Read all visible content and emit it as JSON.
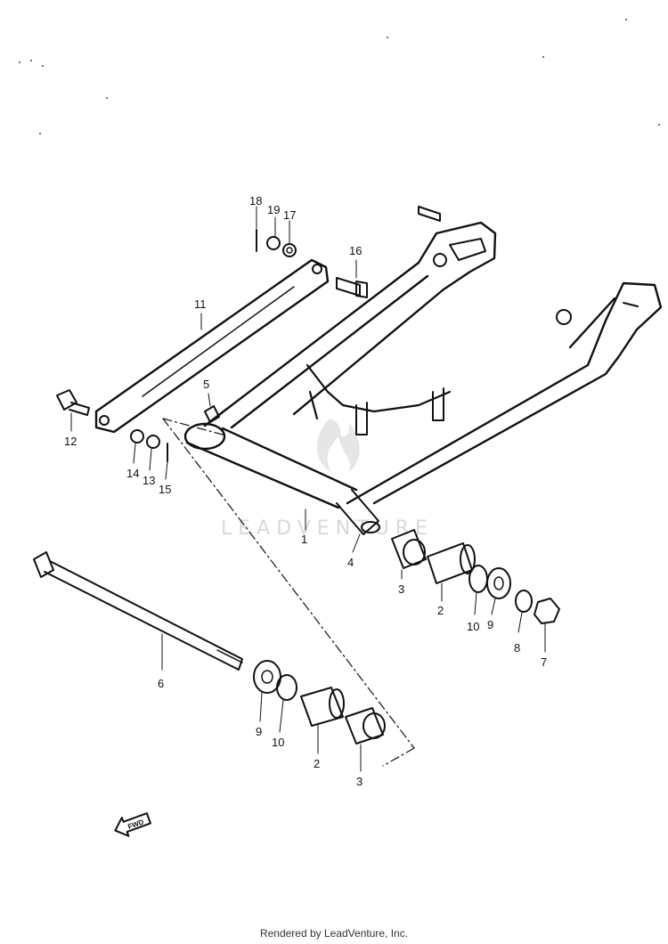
{
  "watermark": {
    "text": "LEADVENTURE"
  },
  "footer": {
    "text": "Rendered by LeadVenture, Inc."
  },
  "direction_tag": {
    "text": "FWD"
  },
  "callouts": [
    {
      "id": "1",
      "label": "1"
    },
    {
      "id": "2a",
      "label": "2"
    },
    {
      "id": "2b",
      "label": "2"
    },
    {
      "id": "3a",
      "label": "3"
    },
    {
      "id": "3b",
      "label": "3"
    },
    {
      "id": "4",
      "label": "4"
    },
    {
      "id": "5",
      "label": "5"
    },
    {
      "id": "6",
      "label": "6"
    },
    {
      "id": "7",
      "label": "7"
    },
    {
      "id": "8",
      "label": "8"
    },
    {
      "id": "9a",
      "label": "9"
    },
    {
      "id": "9b",
      "label": "9"
    },
    {
      "id": "10a",
      "label": "10"
    },
    {
      "id": "10b",
      "label": "10"
    },
    {
      "id": "11",
      "label": "11"
    },
    {
      "id": "12",
      "label": "12"
    },
    {
      "id": "13",
      "label": "13"
    },
    {
      "id": "14",
      "label": "14"
    },
    {
      "id": "15",
      "label": "15"
    },
    {
      "id": "16",
      "label": "16"
    },
    {
      "id": "17",
      "label": "17"
    },
    {
      "id": "18",
      "label": "18"
    },
    {
      "id": "19",
      "label": "19"
    }
  ]
}
